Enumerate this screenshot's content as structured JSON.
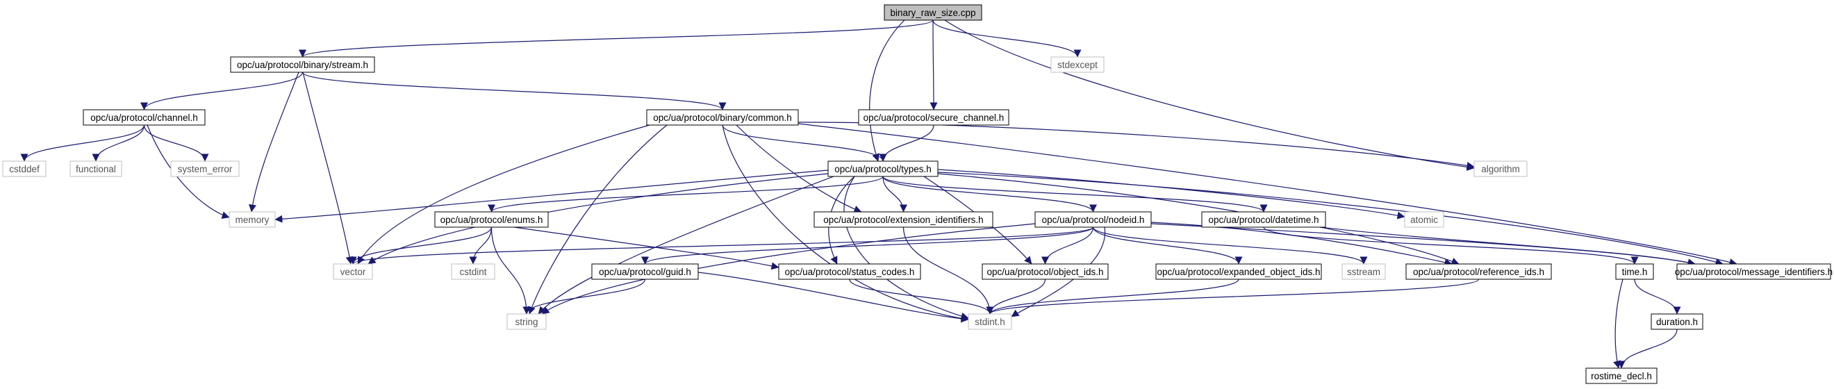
{
  "diagram": {
    "style": {
      "edge_color": "#191970",
      "node_border": "#000000",
      "system_border": "#bfbfbf",
      "root_fill": "#bfbfbf",
      "node_fill": "#ffffff"
    },
    "nodes": [
      {
        "id": "root",
        "label": "binary_raw_size.cpp",
        "kind": "root"
      },
      {
        "id": "stream",
        "label": "opc/ua/protocol/binary/stream.h",
        "kind": "header"
      },
      {
        "id": "stdexcept",
        "label": "stdexcept",
        "kind": "system"
      },
      {
        "id": "channel",
        "label": "opc/ua/protocol/channel.h",
        "kind": "header"
      },
      {
        "id": "common",
        "label": "opc/ua/protocol/binary/common.h",
        "kind": "header"
      },
      {
        "id": "secure_channel",
        "label": "opc/ua/protocol/secure_channel.h",
        "kind": "header"
      },
      {
        "id": "cstddef",
        "label": "cstddef",
        "kind": "system"
      },
      {
        "id": "functional",
        "label": "functional",
        "kind": "system"
      },
      {
        "id": "system_error",
        "label": "system_error",
        "kind": "system"
      },
      {
        "id": "types",
        "label": "opc/ua/protocol/types.h",
        "kind": "header"
      },
      {
        "id": "algorithm",
        "label": "algorithm",
        "kind": "system"
      },
      {
        "id": "memory",
        "label": "memory",
        "kind": "system"
      },
      {
        "id": "enums",
        "label": "opc/ua/protocol/enums.h",
        "kind": "header"
      },
      {
        "id": "extension_identifiers",
        "label": "opc/ua/protocol/extension_identifiers.h",
        "kind": "header"
      },
      {
        "id": "nodeid",
        "label": "opc/ua/protocol/nodeid.h",
        "kind": "header"
      },
      {
        "id": "datetime",
        "label": "opc/ua/protocol/datetime.h",
        "kind": "header"
      },
      {
        "id": "atomic",
        "label": "atomic",
        "kind": "system"
      },
      {
        "id": "vector",
        "label": "vector",
        "kind": "system"
      },
      {
        "id": "cstdint",
        "label": "cstdint",
        "kind": "system"
      },
      {
        "id": "guid",
        "label": "opc/ua/protocol/guid.h",
        "kind": "header"
      },
      {
        "id": "status_codes",
        "label": "opc/ua/protocol/status_codes.h",
        "kind": "header"
      },
      {
        "id": "object_ids",
        "label": "opc/ua/protocol/object_ids.h",
        "kind": "header"
      },
      {
        "id": "expanded_object_ids",
        "label": "opc/ua/protocol/expanded_object_ids.h",
        "kind": "header"
      },
      {
        "id": "sstream",
        "label": "sstream",
        "kind": "system"
      },
      {
        "id": "reference_ids",
        "label": "opc/ua/protocol/reference_ids.h",
        "kind": "header"
      },
      {
        "id": "time",
        "label": "time.h",
        "kind": "header"
      },
      {
        "id": "message_identifiers",
        "label": "opc/ua/protocol/message_identifiers.h",
        "kind": "header"
      },
      {
        "id": "string",
        "label": "string",
        "kind": "system"
      },
      {
        "id": "stdint",
        "label": "stdint.h",
        "kind": "system"
      },
      {
        "id": "duration",
        "label": "duration.h",
        "kind": "header"
      },
      {
        "id": "rostime_decl",
        "label": "rostime_decl.h",
        "kind": "header"
      }
    ],
    "edges": [
      [
        "root",
        "stream"
      ],
      [
        "root",
        "stdexcept"
      ],
      [
        "root",
        "secure_channel"
      ],
      [
        "root",
        "types"
      ],
      [
        "root",
        "algorithm"
      ],
      [
        "stream",
        "channel"
      ],
      [
        "stream",
        "common"
      ],
      [
        "stream",
        "memory"
      ],
      [
        "stream",
        "vector"
      ],
      [
        "channel",
        "cstddef"
      ],
      [
        "channel",
        "functional"
      ],
      [
        "channel",
        "system_error"
      ],
      [
        "channel",
        "memory"
      ],
      [
        "common",
        "types"
      ],
      [
        "common",
        "algorithm"
      ],
      [
        "common",
        "vector"
      ],
      [
        "common",
        "string"
      ],
      [
        "common",
        "stdint"
      ],
      [
        "common",
        "extension_identifiers"
      ],
      [
        "common",
        "message_identifiers"
      ],
      [
        "secure_channel",
        "types"
      ],
      [
        "types",
        "memory"
      ],
      [
        "types",
        "vector"
      ],
      [
        "types",
        "string"
      ],
      [
        "types",
        "stdint"
      ],
      [
        "types",
        "enums"
      ],
      [
        "types",
        "extension_identifiers"
      ],
      [
        "types",
        "nodeid"
      ],
      [
        "types",
        "datetime"
      ],
      [
        "types",
        "atomic"
      ],
      [
        "types",
        "status_codes"
      ],
      [
        "types",
        "object_ids"
      ],
      [
        "types",
        "reference_ids"
      ],
      [
        "types",
        "message_identifiers"
      ],
      [
        "enums",
        "vector"
      ],
      [
        "enums",
        "cstdint"
      ],
      [
        "enums",
        "string"
      ],
      [
        "enums",
        "status_codes"
      ],
      [
        "extension_identifiers",
        "stdint"
      ],
      [
        "nodeid",
        "vector"
      ],
      [
        "nodeid",
        "string"
      ],
      [
        "nodeid",
        "guid"
      ],
      [
        "nodeid",
        "object_ids"
      ],
      [
        "nodeid",
        "expanded_object_ids"
      ],
      [
        "nodeid",
        "sstream"
      ],
      [
        "nodeid",
        "reference_ids"
      ],
      [
        "nodeid",
        "message_identifiers"
      ],
      [
        "nodeid",
        "stdint"
      ],
      [
        "datetime",
        "time"
      ],
      [
        "datetime",
        "message_identifiers"
      ],
      [
        "guid",
        "string"
      ],
      [
        "guid",
        "stdint"
      ],
      [
        "status_codes",
        "stdint"
      ],
      [
        "object_ids",
        "stdint"
      ],
      [
        "expanded_object_ids",
        "stdint"
      ],
      [
        "reference_ids",
        "stdint"
      ],
      [
        "time",
        "duration"
      ],
      [
        "time",
        "rostime_decl"
      ],
      [
        "duration",
        "rostime_decl"
      ]
    ]
  }
}
